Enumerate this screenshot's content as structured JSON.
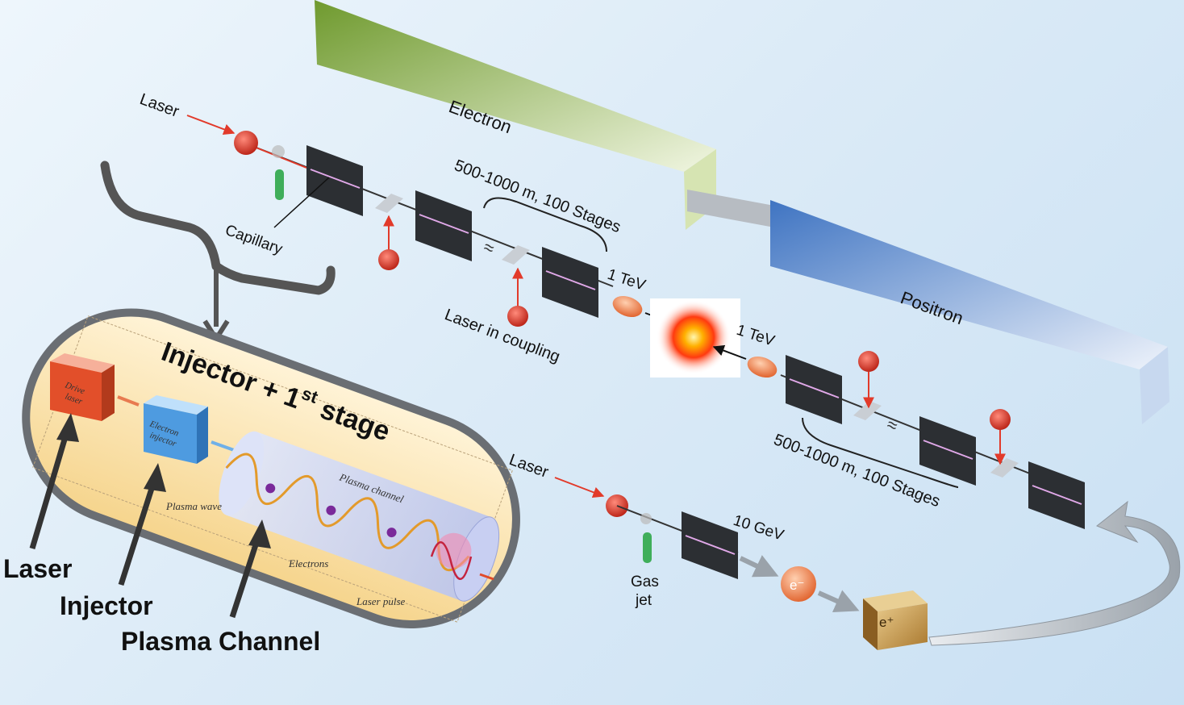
{
  "labels": {
    "laser_top": "Laser",
    "electron": "Electron",
    "positron": "Positron",
    "capillary": "Capillary",
    "stages_top": "500-1000 m, 100 Stages",
    "tev_left": "1 TeV",
    "tev_right": "1 TeV",
    "laser_in_coupling": "Laser in coupling",
    "stages_bottom": "500-1000 m, 100 Stages",
    "laser_bottom": "Laser",
    "gev": "10 GeV",
    "gas": "Gas",
    "jet": "jet",
    "e_minus": "e⁻",
    "e_plus": "e⁺"
  },
  "inset": {
    "title_main": "Injector + 1",
    "title_sup": "st",
    "title_end": " stage",
    "drive_laser_1": "Drive",
    "drive_laser_2": "laser",
    "electron_injector_1": "Electron",
    "electron_injector_2": "injector",
    "plasma_channel_small": "Plasma channel",
    "plasma_wave": "Plasma wave",
    "electrons": "Electrons",
    "laser_pulse": "Laser pulse"
  },
  "callouts": {
    "laser": "Laser",
    "injector": "Injector",
    "plasma_channel": "Plasma Channel"
  },
  "colors": {
    "electron_bar": "#8fb34a",
    "positron_bar": "#4a7cc4",
    "laser_red": "#e23a2a",
    "stage_dark": "#2c2f33"
  }
}
